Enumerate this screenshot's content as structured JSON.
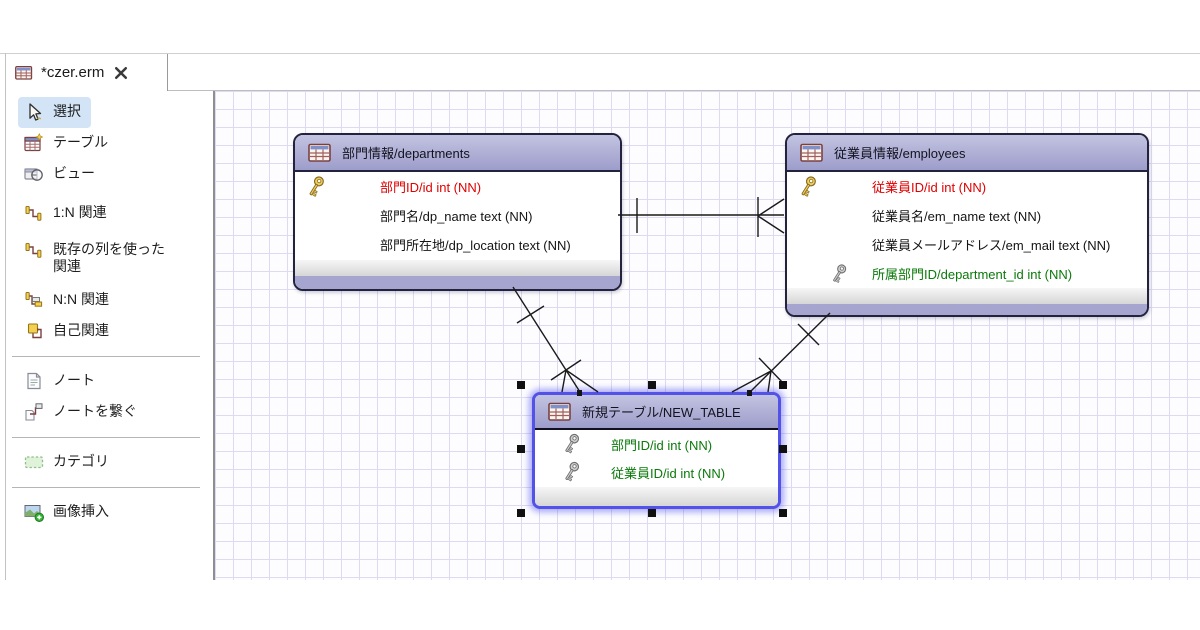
{
  "window": {
    "tab": {
      "title": "*czer.erm"
    }
  },
  "palette": {
    "items": [
      {
        "id": "select",
        "label": "選択",
        "selected": true
      },
      {
        "id": "table",
        "label": "テーブル"
      },
      {
        "id": "view",
        "label": "ビュー"
      },
      {
        "id": "relation-1n",
        "label": "1:N 関連"
      },
      {
        "id": "relation-existing",
        "label": "既存の列を使った関連"
      },
      {
        "id": "relation-nn",
        "label": "N:N 関連"
      },
      {
        "id": "self-relation",
        "label": "自己関連"
      },
      {
        "id": "note",
        "label": "ノート"
      },
      {
        "id": "note-connect",
        "label": "ノートを繋ぐ"
      },
      {
        "id": "category",
        "label": "カテゴリ"
      },
      {
        "id": "image-insert",
        "label": "画像挿入"
      }
    ]
  },
  "diagram": {
    "entities": [
      {
        "id": "departments",
        "title": "部門情報/departments",
        "columns": [
          {
            "text": "部門ID/id int (NN)",
            "key": "primary"
          },
          {
            "text": "部門名/dp_name text (NN)",
            "key": "none"
          },
          {
            "text": "部門所在地/dp_location text (NN)",
            "key": "none"
          }
        ]
      },
      {
        "id": "employees",
        "title": "従業員情報/employees",
        "columns": [
          {
            "text": "従業員ID/id int (NN)",
            "key": "primary"
          },
          {
            "text": "従業員名/em_name text (NN)",
            "key": "none"
          },
          {
            "text": "従業員メールアドレス/em_mail text (NN)",
            "key": "none"
          },
          {
            "text": "所属部門ID/department_id int (NN)",
            "key": "foreign"
          }
        ]
      },
      {
        "id": "new_table",
        "title": "新規テーブル/NEW_TABLE",
        "selected": true,
        "columns": [
          {
            "text": "部門ID/id int (NN)",
            "key": "foreign"
          },
          {
            "text": "従業員ID/id int (NN)",
            "key": "foreign"
          }
        ]
      }
    ],
    "relations": [
      {
        "parent": "部門情報/departments",
        "child": "従業員情報/employees",
        "cardinality": "1:N"
      },
      {
        "parent": "部門情報/departments",
        "child": "新規テーブル/NEW_TABLE",
        "cardinality": "1:N"
      },
      {
        "parent": "従業員情報/employees",
        "child": "新規テーブル/NEW_TABLE",
        "cardinality": "1:N"
      }
    ],
    "colors": {
      "primary_key_text": "#e00000",
      "foreign_key_text": "#0a7a0a",
      "column_text": "#141414",
      "entity_header": "#a8a8d0",
      "entity_border": "#23233f",
      "selection_blue": "#5252e8",
      "grid_line": "#dedaf2",
      "palette_selected_bg": "#d3e4f7"
    }
  }
}
